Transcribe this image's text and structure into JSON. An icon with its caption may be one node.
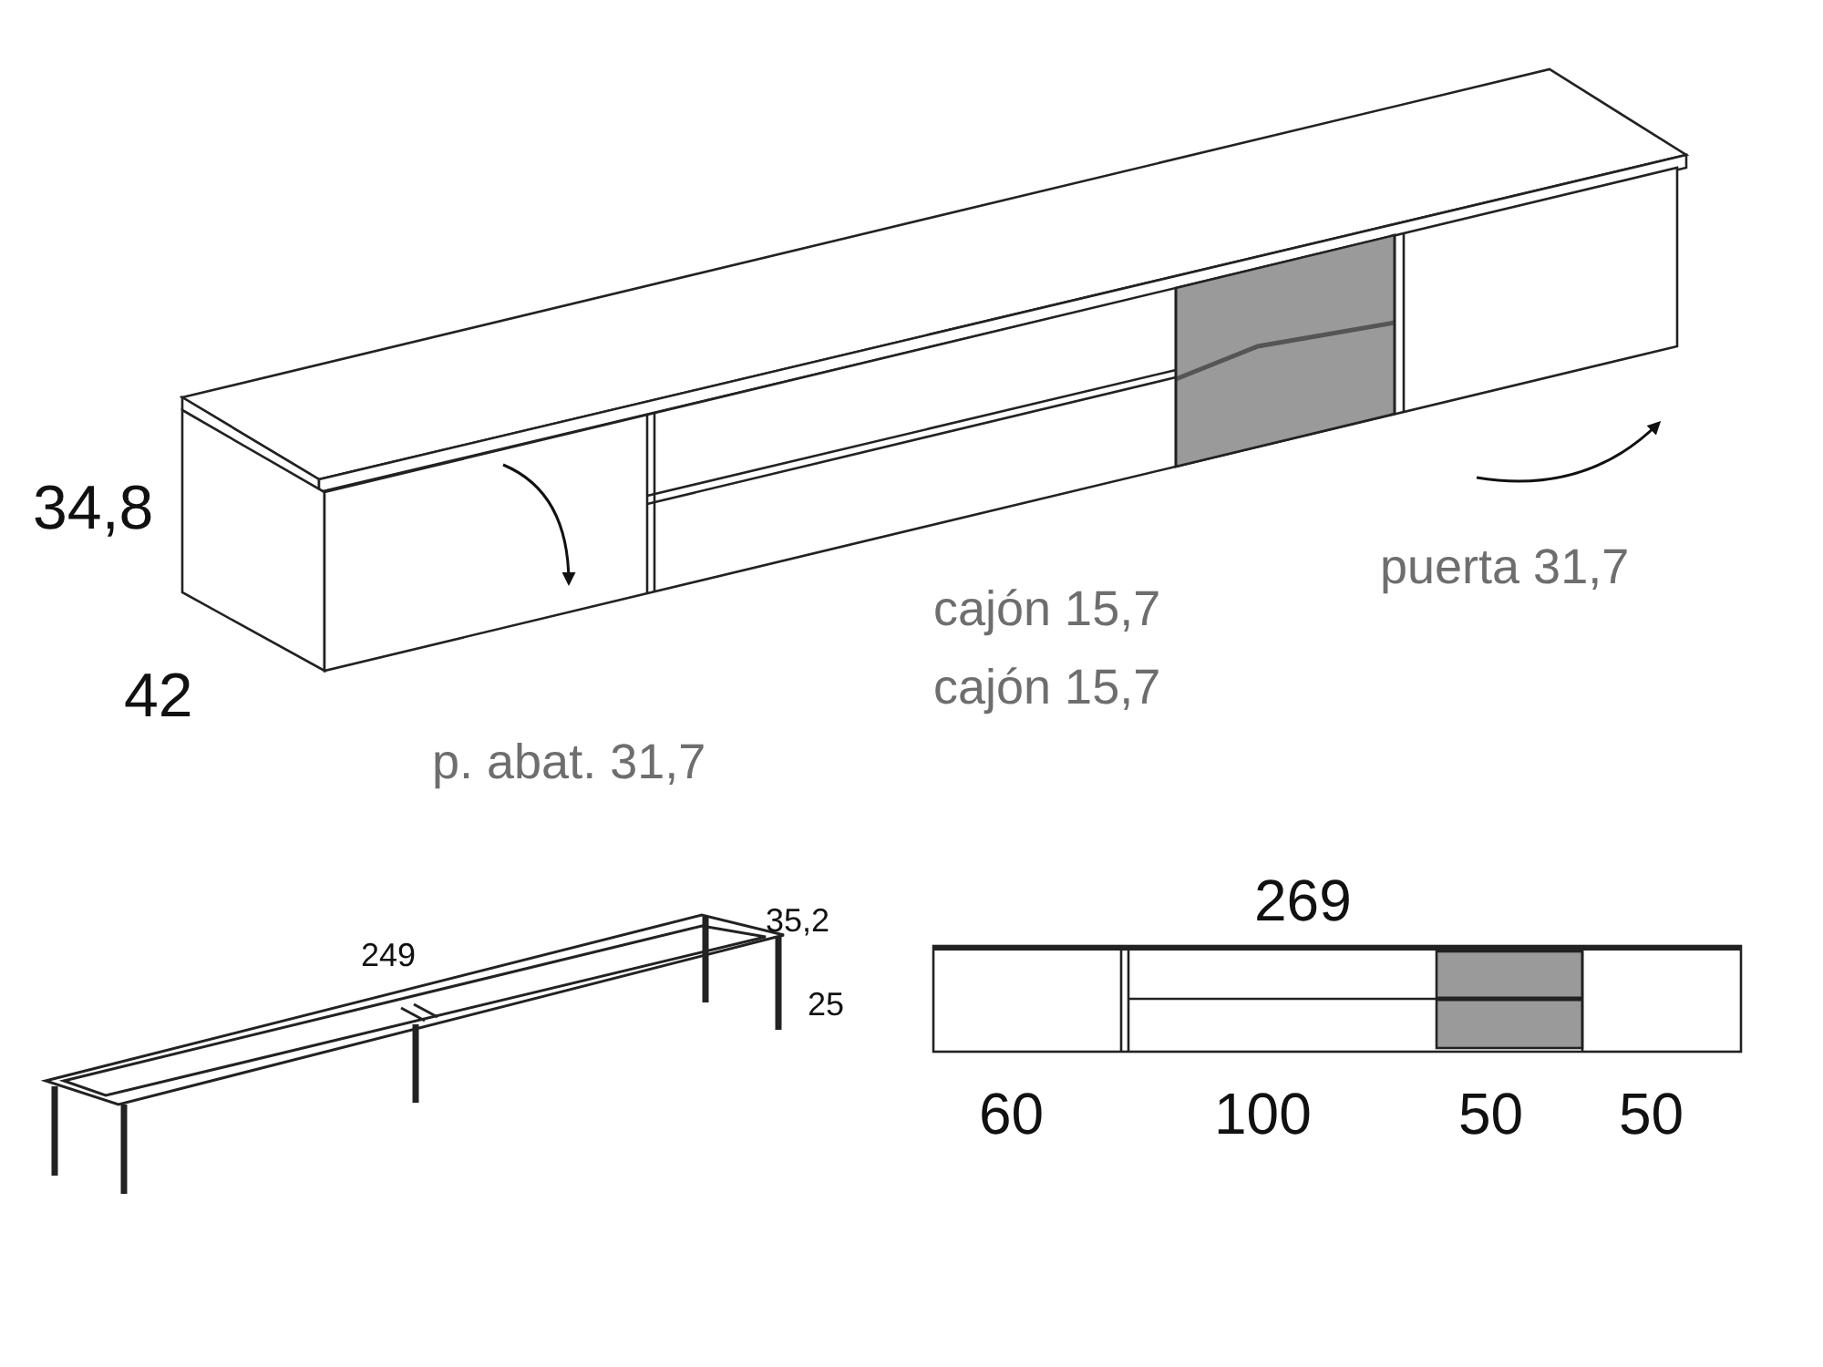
{
  "diagram": {
    "labels": [
      "34,8",
      "puerta 31,7",
      "cajón 15,7",
      "42",
      "cajón 15,7",
      "p. abat. 31,7",
      "269",
      "249",
      "35,2",
      "25",
      "60",
      "100",
      "50",
      "50"
    ]
  }
}
